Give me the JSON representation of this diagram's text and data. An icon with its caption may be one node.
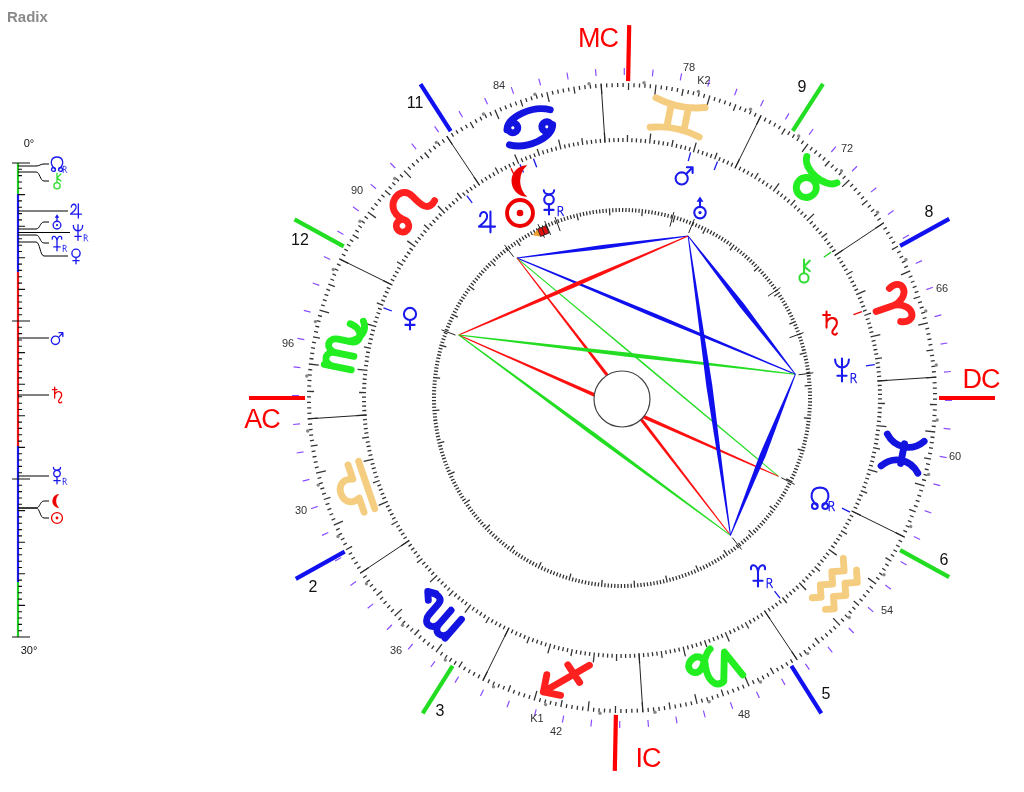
{
  "diagram": {
    "title": "Radix",
    "labels": [
      "MC",
      "78",
      "K2",
      "84",
      "9",
      "11",
      "0°",
      "72",
      "90",
      "8",
      "12",
      "66",
      "96",
      "DC",
      "AC",
      "60",
      "30",
      "6",
      "2",
      "54",
      "36",
      "30°",
      "5",
      "3",
      "48",
      "K1",
      "42",
      "IC"
    ]
  }
}
